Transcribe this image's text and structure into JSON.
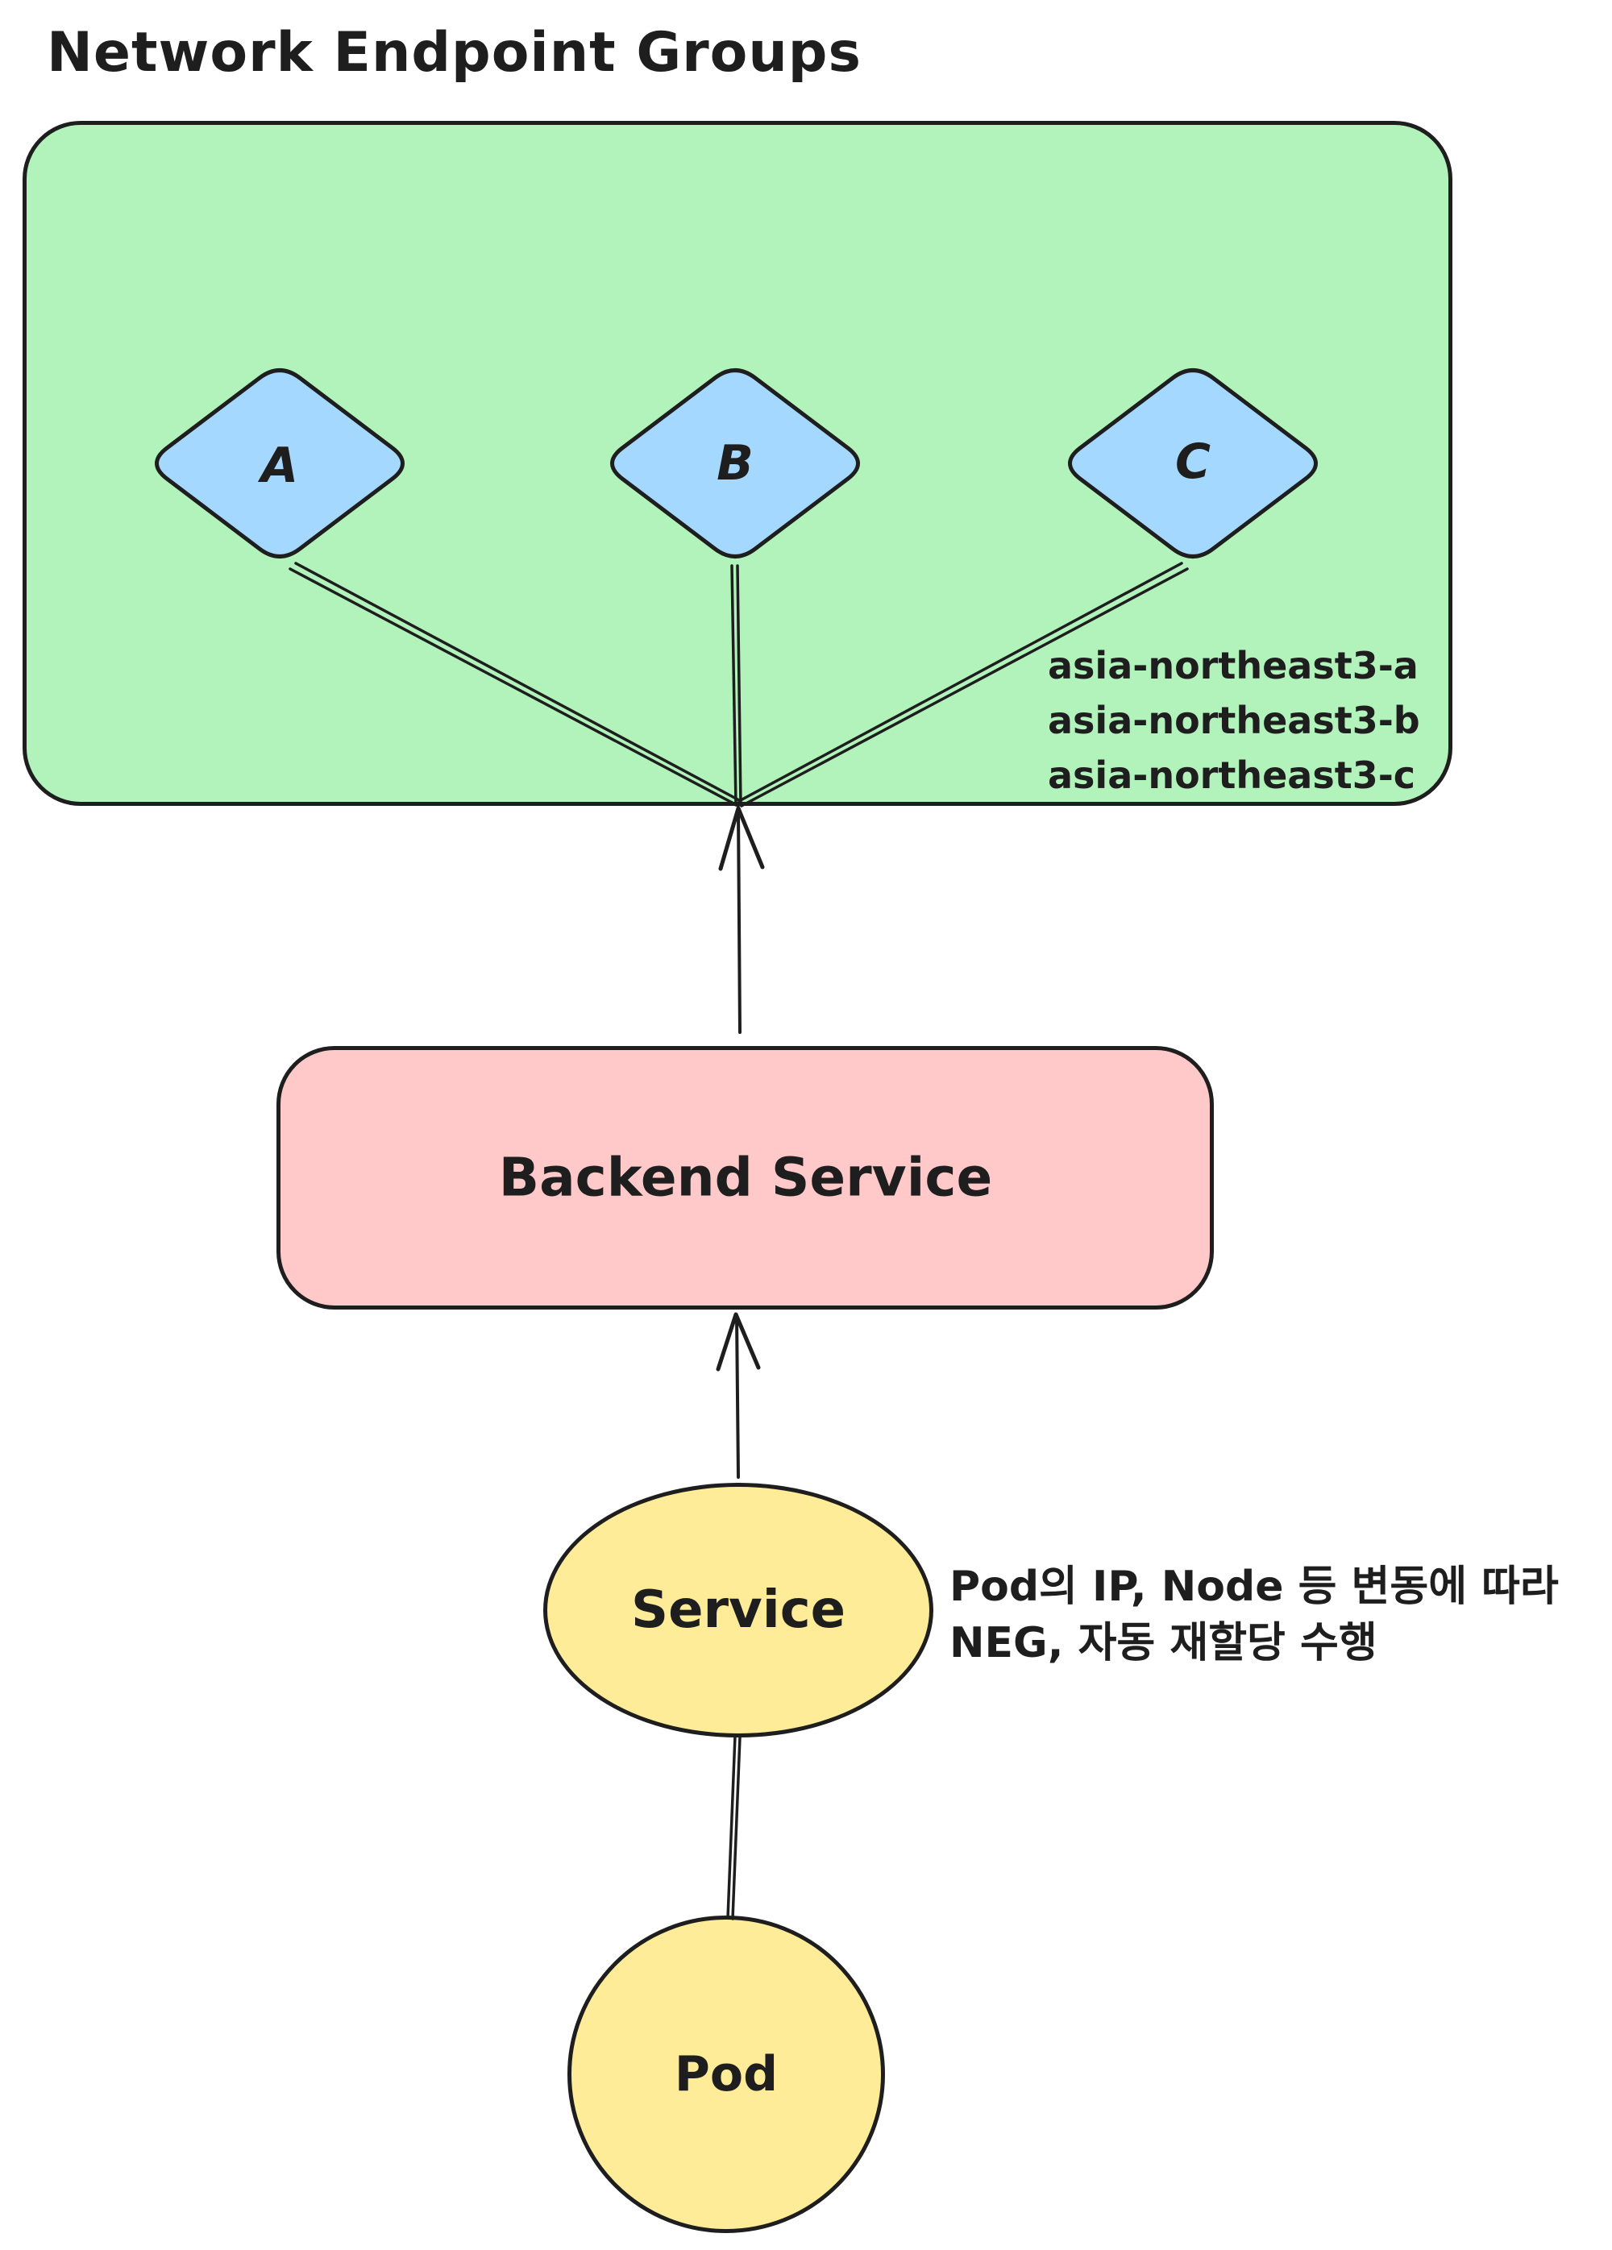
{
  "title": "Network Endpoint Groups",
  "neg_group": {
    "diamonds": [
      {
        "label": "A"
      },
      {
        "label": "B"
      },
      {
        "label": "C"
      }
    ],
    "zones": [
      "asia-northeast3-a",
      "asia-northeast3-b",
      "asia-northeast3-c"
    ]
  },
  "backend_service": {
    "label": "Backend Service"
  },
  "service": {
    "label": "Service"
  },
  "pod": {
    "label": "Pod"
  },
  "annotation": {
    "line1": "Pod의 IP, Node 등 변동에 따라",
    "line2": "NEG, 자동 재할당 수행"
  },
  "colors": {
    "group_fill": "#b2f2bb",
    "diamond_fill": "#a5d8ff",
    "backend_fill": "#ffc9c9",
    "node_fill": "#ffec99",
    "ink": "#1e1e1e",
    "background": "#ffffff"
  }
}
